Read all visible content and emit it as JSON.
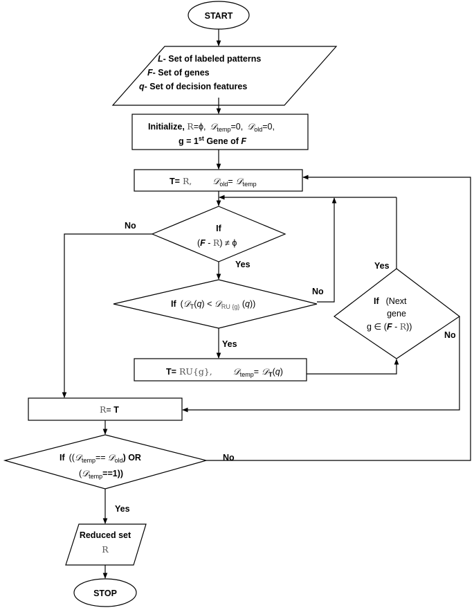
{
  "start": "START",
  "stop": "STOP",
  "input": {
    "l_var": "L",
    "l_text": "- Set of labeled patterns",
    "f_var": "F",
    "f_text": "- Set of genes",
    "q_var": "q",
    "q_text": "- Set of decision features"
  },
  "init": {
    "prefix": "Initialize, ",
    "r_sym": "R",
    "r_eq": "=ϕ,",
    "d_sym": "𝒟",
    "temp": "temp",
    "eq0": "=0,",
    "old": "old",
    "g_line_a": "g = 1",
    "st": "st",
    "g_line_b": " Gene of ",
    "g_line_f": "F"
  },
  "assign1": {
    "t_eq": "T=",
    "r": "R,",
    "d": "𝒟",
    "old": "old",
    "eq": "=",
    "temp": "temp"
  },
  "cond1": {
    "if": "If",
    "open": "(",
    "f": "F",
    "minus": " - ",
    "r": "R",
    "close": ") ≠ ϕ"
  },
  "cond2": {
    "if": "If",
    "open": "(",
    "d": "𝒟",
    "t_sub": "T",
    "q_open": "(",
    "q": "q",
    "q_close": ")",
    "lt": " < ",
    "ru_sub": "RU {g}",
    "q2_open": " (",
    "q2_close": "))"
  },
  "cond3": {
    "if": "If",
    "next": "(Next",
    "gene": "gene",
    "g_in": "g ∈ (",
    "f": "F",
    "minus": " - ",
    "r": "R",
    "close": "))"
  },
  "assign2": {
    "t_eq": "T=",
    "ru": "RU{g},",
    "d": "𝒟",
    "temp": "temp",
    "eq": "=",
    "t_sub": "T",
    "q_open": "(",
    "q": "q",
    "q_close": ")"
  },
  "assign3": {
    "r": "R",
    "eq": "= ",
    "t": "T"
  },
  "cond4": {
    "if": "If",
    "open": "((",
    "d": "𝒟",
    "temp": "temp",
    "eqeq": "==",
    "old": "old",
    "or": ") OR",
    "open2": "(",
    "eqeq1": "==1))"
  },
  "output": {
    "title": "Reduced set",
    "r": "R"
  },
  "labels": {
    "no": "No",
    "yes": "Yes"
  }
}
